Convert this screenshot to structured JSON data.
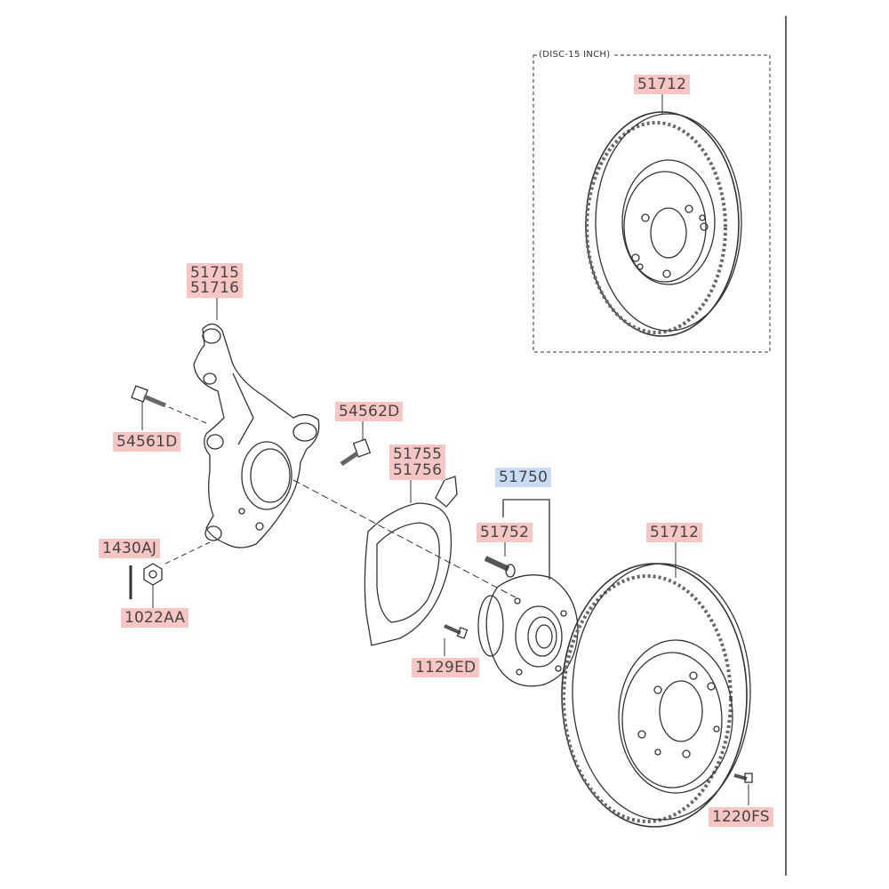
{
  "note": "(DISC-15 INCH)",
  "callouts": {
    "disc_top": "51712",
    "knuckle_a": "51715",
    "knuckle_b": "51716",
    "bolt_54562d": "54562D",
    "bolt_54561d": "54561D",
    "cover_a": "51755",
    "cover_b": "51756",
    "hub_assy": "51750",
    "hub_bolt": "51752",
    "disc_bottom": "51712",
    "pin_1430aj": "1430AJ",
    "nut_1022aa": "1022AA",
    "screw_1129ed": "1129ED",
    "screw_1220fs": "1220FS"
  },
  "colors": {
    "highlight": "#f7c6c3",
    "selected": "#c8dcf5",
    "line": "#333333"
  }
}
